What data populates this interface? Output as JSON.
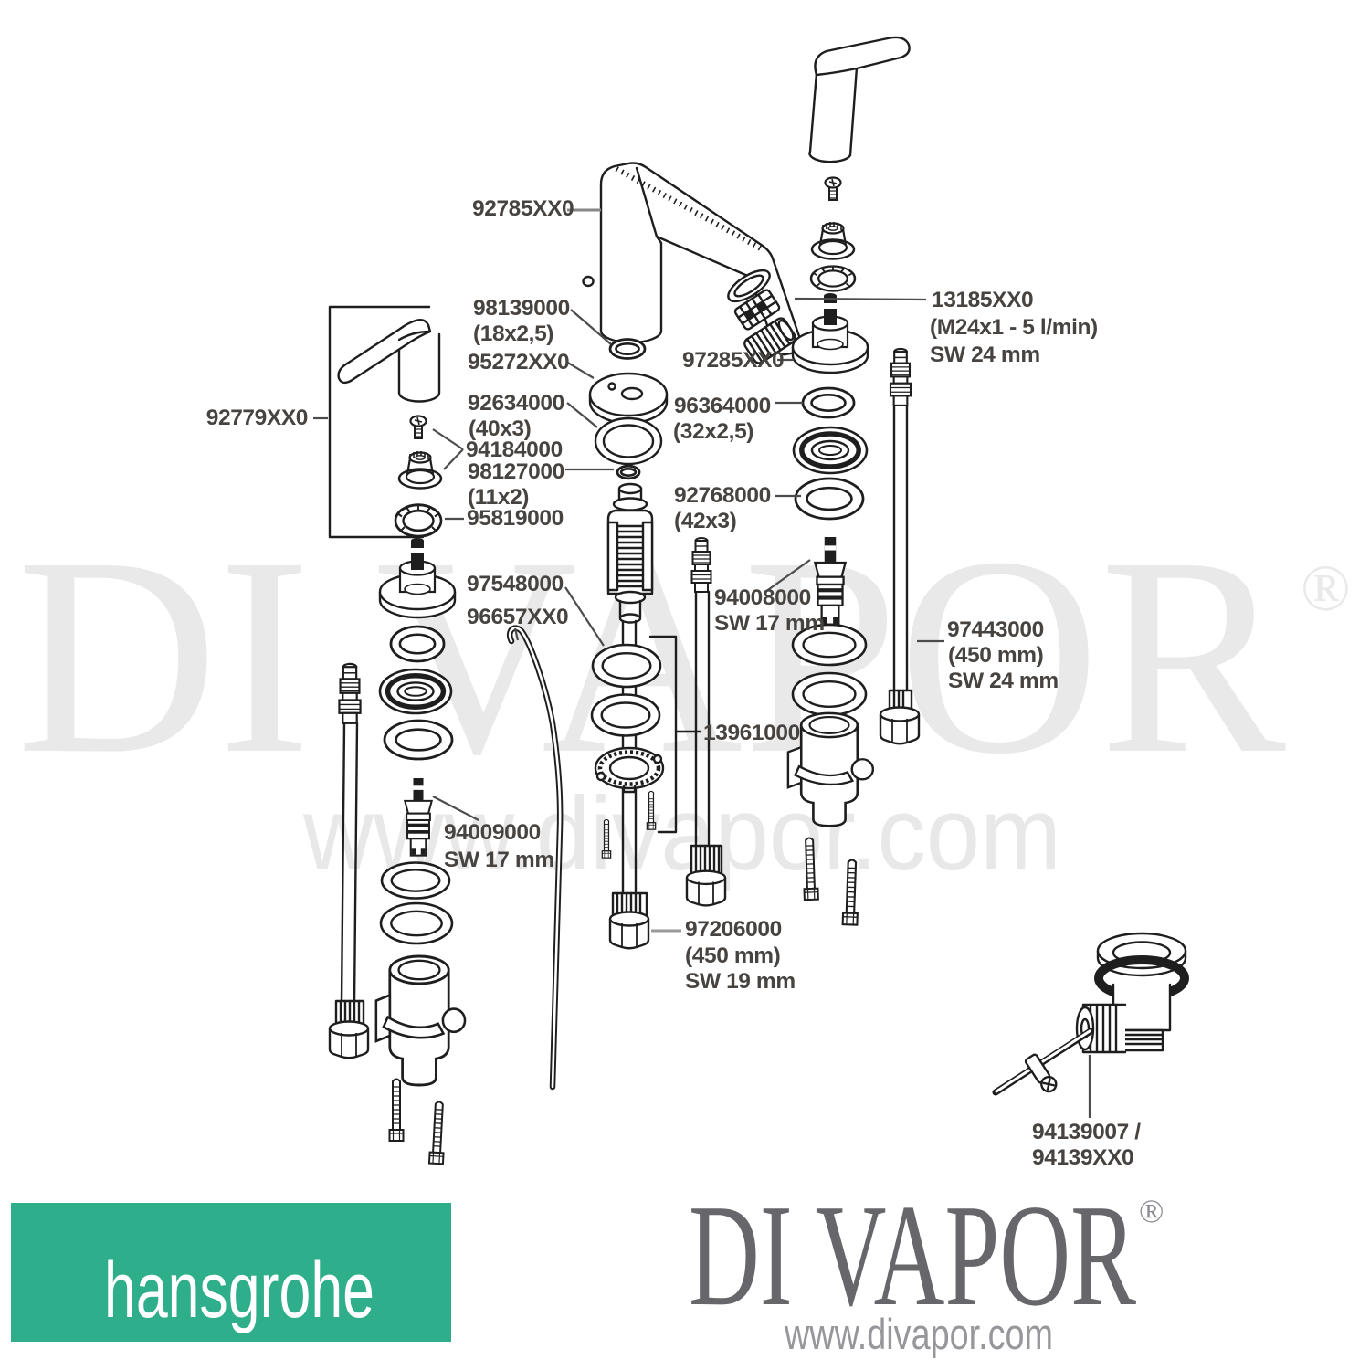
{
  "watermark": {
    "brand": "DI VAPOR",
    "registered": "®",
    "url": "www.divapor.com",
    "color": "#e9e9ea"
  },
  "footer": {
    "hansgrohe": {
      "label": "hansgrohe",
      "bg": "#2eae8b",
      "text_color": "#ffffff"
    },
    "divapor": {
      "brand": "DI VAPOR",
      "registered": "®",
      "url": "www.divapor.com",
      "brand_color": "#66666b",
      "url_color": "#97979b"
    }
  },
  "parts": {
    "spout_assembly": {
      "code": "92785XX0"
    },
    "handle_assembly_left": {
      "code": "92779XX0"
    },
    "o_ring_18x25": {
      "code": "98139000",
      "size": "(18x2,5)"
    },
    "cover_plate": {
      "code": "95272XX0"
    },
    "o_ring_40x3": {
      "code": "92634000",
      "size": "(40x3)"
    },
    "cartridge_cap": {
      "code": "94184000"
    },
    "o_ring_11x2": {
      "code": "98127000",
      "size": "(11x2)"
    },
    "retaining_ring": {
      "code": "95819000"
    },
    "washer_set": {
      "code": "97548000"
    },
    "pop_up_rod": {
      "code": "96657XX0"
    },
    "valve_left": {
      "code": "94009000",
      "sw": "SW 17 mm"
    },
    "aerator_unit": {
      "code": "13185XX0",
      "spec": "(M24x1 - 5 l/min)",
      "sw": "SW 24 mm"
    },
    "escutcheon": {
      "code": "97285XX0"
    },
    "o_ring_32x25": {
      "code": "96364000",
      "size": "(32x2,5)"
    },
    "o_ring_42x3": {
      "code": "92768000",
      "size": "(42x3)"
    },
    "valve_right": {
      "code": "94008000",
      "sw": "SW 17 mm"
    },
    "supply_hose_long": {
      "code": "97443000",
      "size": "(450 mm)",
      "sw": "SW 24 mm"
    },
    "shank_assembly": {
      "code": "13961000"
    },
    "supply_hose": {
      "code": "97206000",
      "size": "(450 mm)",
      "sw": "SW 19 mm"
    },
    "drain_set": {
      "code_a": "94139007 /",
      "code_b": "94139XX0"
    }
  }
}
